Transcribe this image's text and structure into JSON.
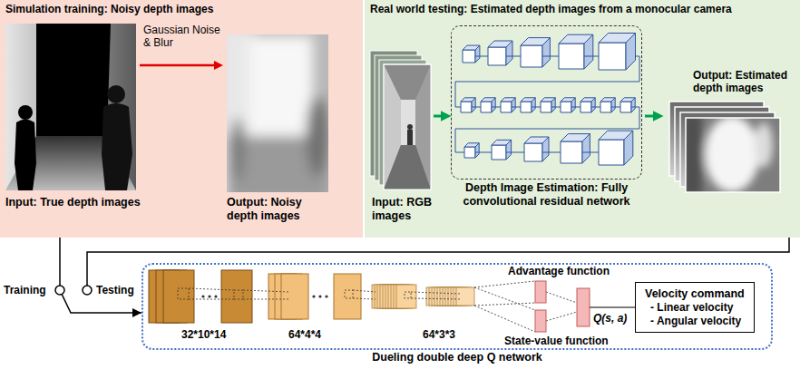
{
  "diagram": {
    "nodes": [
      {
        "text": [
          "Simulation training: Noisy depth images"
        ]
      },
      {
        "text": [
          "Real world testing: Estimated depth images from a monocular camera"
        ]
      },
      {
        "text": [
          "Depth Image Estimation: Fully convolutional residual network"
        ],
        "in": 1
      },
      {
        "text": [
          "Dueling double deep Q network"
        ]
      },
      {
        "text": [
          "Velocity command",
          "- Linear velocity",
          "- Angular velocity"
        ],
        "in": 3
      }
    ],
    "edges": [
      {
        "from": 0,
        "to": 3,
        "arrow": "to"
      },
      {
        "from": 1,
        "to": 3,
        "arrow": "none"
      }
    ],
    "labels": [
      "Gaussian Noise & Blur",
      "Input: True depth images",
      "Output: Noisy depth images",
      "Input: RGB images",
      "Output: Estimated depth images",
      "Training",
      "Testing",
      "32*10*14",
      "64*4*4",
      "64*3*3",
      "Advantage function",
      "State-value function",
      "Q(s, a)"
    ]
  }
}
